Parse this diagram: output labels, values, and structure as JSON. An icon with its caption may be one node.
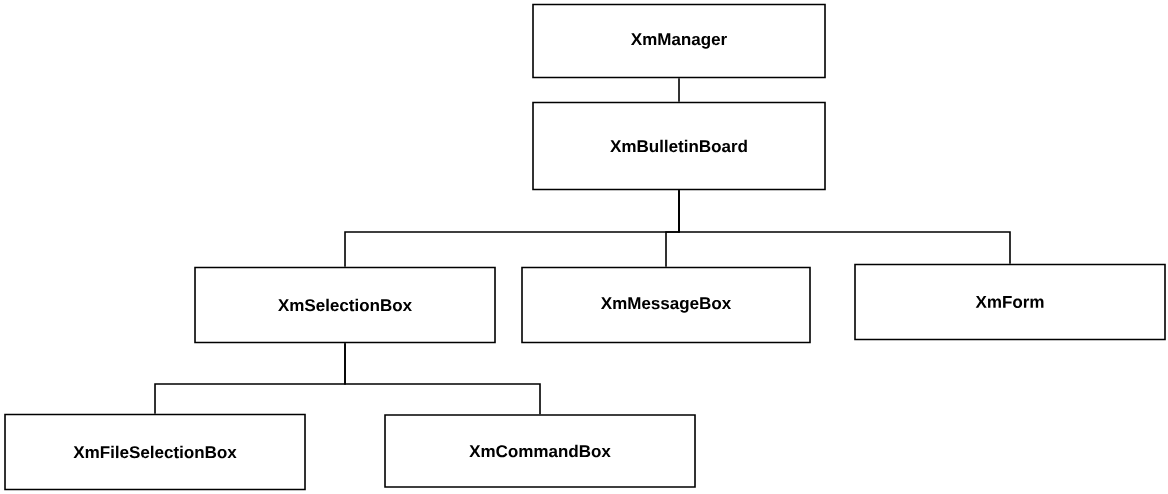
{
  "diagram": {
    "nodes": [
      {
        "text": [
          "XmManager"
        ]
      },
      {
        "text": [
          "XmBulletinBoard"
        ]
      },
      {
        "text": [
          "XmSelectionBox"
        ]
      },
      {
        "text": [
          "XmMessageBox"
        ]
      },
      {
        "text": [
          "XmForm"
        ]
      },
      {
        "text": [
          "XmFileSelectionBox"
        ]
      },
      {
        "text": [
          "XmCommandBox"
        ]
      }
    ],
    "edges": [
      {
        "from": 0,
        "to": 1,
        "arrow": "none"
      },
      {
        "from": 1,
        "to": 2,
        "arrow": "none"
      },
      {
        "from": 1,
        "to": 3,
        "arrow": "none"
      },
      {
        "from": 1,
        "to": 4,
        "arrow": "none"
      },
      {
        "from": 2,
        "to": 5,
        "arrow": "none"
      },
      {
        "from": 2,
        "to": 6,
        "arrow": "none"
      }
    ]
  }
}
